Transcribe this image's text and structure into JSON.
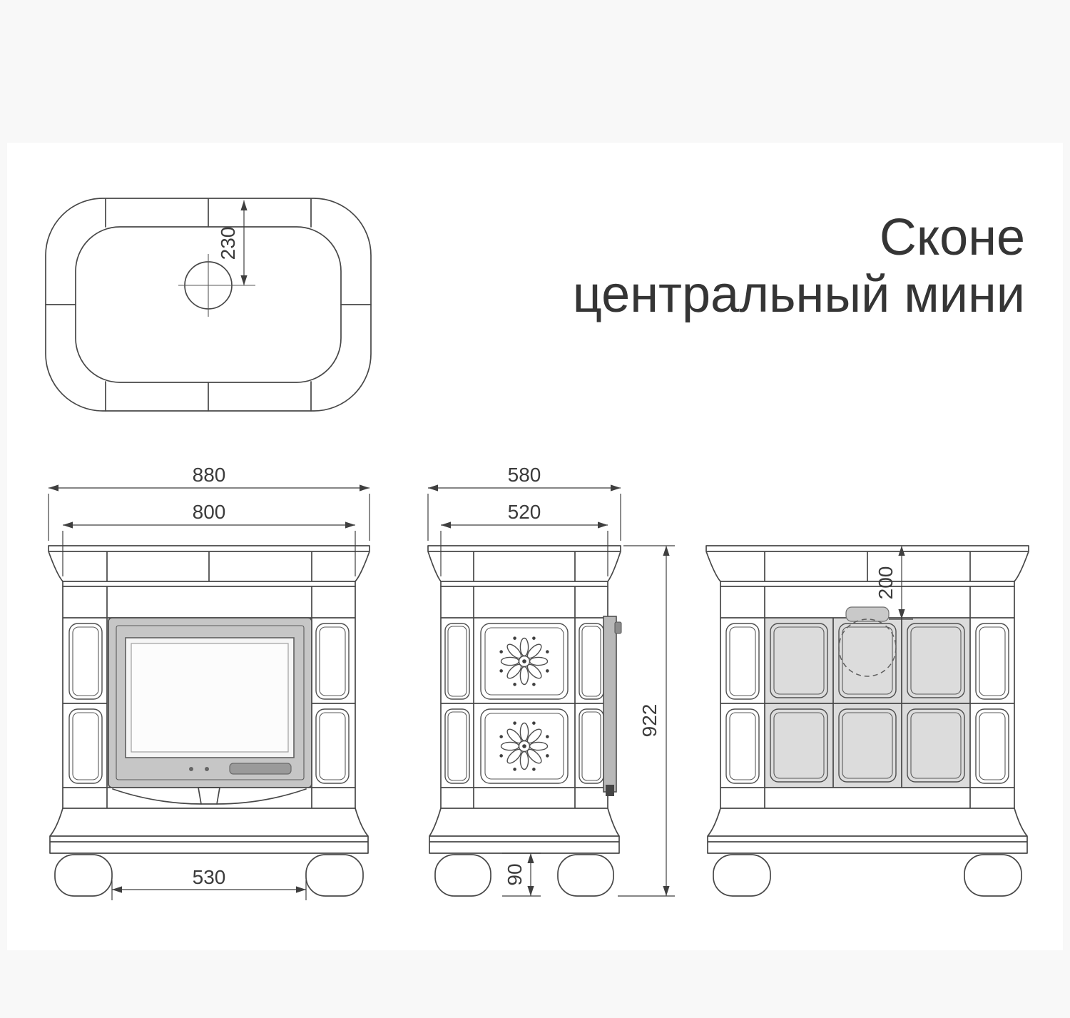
{
  "title": {
    "line1": "Сконе",
    "line2": "центральный мини"
  },
  "dims": {
    "flue_center_offset": "230",
    "front_overall_width": "880",
    "front_body_width": "800",
    "front_feet_span": "530",
    "side_overall_depth": "580",
    "side_body_depth": "520",
    "overall_height": "922",
    "foot_height": "90",
    "flue_top_offset": "200"
  },
  "colors": {
    "line": "#474747",
    "dim_text": "#3b3b3b",
    "tile_shade": "#dcdcdc",
    "door_frame": "#c6c6c6",
    "door_inner_bar": "#9a9a9a",
    "glass": "#f5f5f5",
    "side_door_strip": "#b8b8b8",
    "flue_collar": "#c9c9c9",
    "sheet": "#ffffff",
    "margin": "#f8f8f8"
  }
}
